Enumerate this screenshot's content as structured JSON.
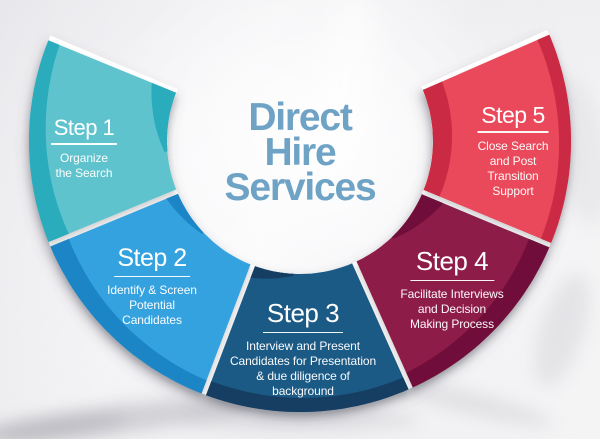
{
  "title": {
    "line1": "Direct",
    "line2": "Hire",
    "line3": "Services",
    "color": "#6FA3C6"
  },
  "steps": [
    {
      "label": "Step 1",
      "desc_lines": [
        "Organize",
        "the Search"
      ],
      "color_main": "#5EC3CD",
      "color_dark": "#2BACBD"
    },
    {
      "label": "Step 2",
      "desc_lines": [
        "Identify & Screen",
        "Potential",
        "Candidates"
      ],
      "color_main": "#35A2E0",
      "color_dark": "#1D85C6"
    },
    {
      "label": "Step 3",
      "desc_lines": [
        "Interview and Present",
        "Candidates for Presentation",
        "& due diligence of",
        "background"
      ],
      "color_main": "#1E5A86",
      "color_dark": "#123E62"
    },
    {
      "label": "Step 4",
      "desc_lines": [
        "Facilitate Interviews",
        "and Decision",
        "Making Process"
      ],
      "color_main": "#8E1D49",
      "color_dark": "#71103A"
    },
    {
      "label": "Step 5",
      "desc_lines": [
        "Close Search",
        "and Post",
        "Transition",
        "Support"
      ],
      "color_main": "#E9485A",
      "color_dark": "#CB2C44"
    }
  ],
  "text_color": "#FFFFFF",
  "background_color": "#EFEFF1",
  "gap_color": "#FFFFFF"
}
